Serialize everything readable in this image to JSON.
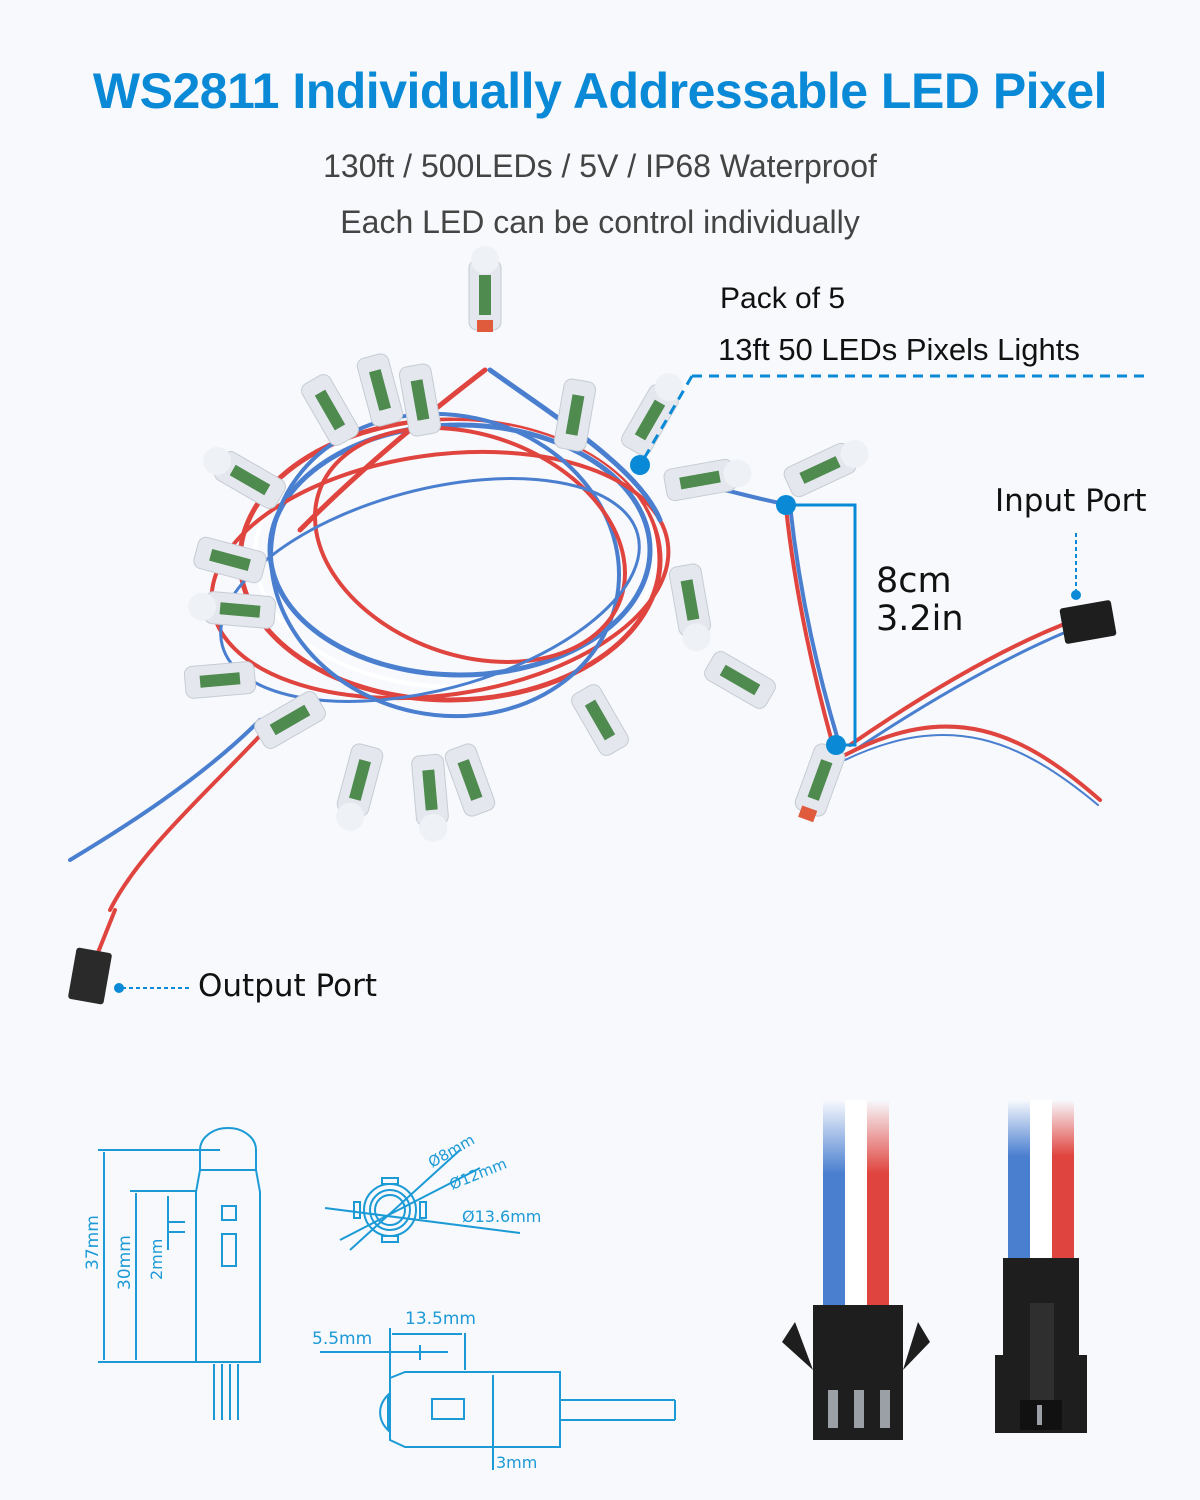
{
  "header": {
    "title": "WS2811 Individually Addressable LED Pixel",
    "specs": "130ft / 500LEDs / 5V / IP68 Waterproof",
    "tagline": "Each LED can be control individually"
  },
  "callouts": {
    "pack_line1": "Pack of 5",
    "pack_line2": "13ft 50 LEDs Pixels Lights",
    "input_port": "Input Port",
    "spacing_cm": "8cm",
    "spacing_in": "3.2in",
    "output_port": "Output Port"
  },
  "dimensions": {
    "height_total": "37mm",
    "height_body": "30mm",
    "clip_offset": "2mm",
    "dia_lens": "Ø8mm",
    "dia_body": "Ø12mm",
    "dia_clip": "Ø13.6mm",
    "lens_length": "5.5mm",
    "clip_length": "13.5mm",
    "window_width": "3mm"
  },
  "colors": {
    "accent": "#0a8ad6",
    "drawing": "#1c9ad6",
    "wire_red": "#e0443e",
    "wire_blue": "#4a7fd0",
    "wire_white": "#ffffff",
    "connector": "#1e1e1e",
    "background": "#f7f9fd"
  }
}
